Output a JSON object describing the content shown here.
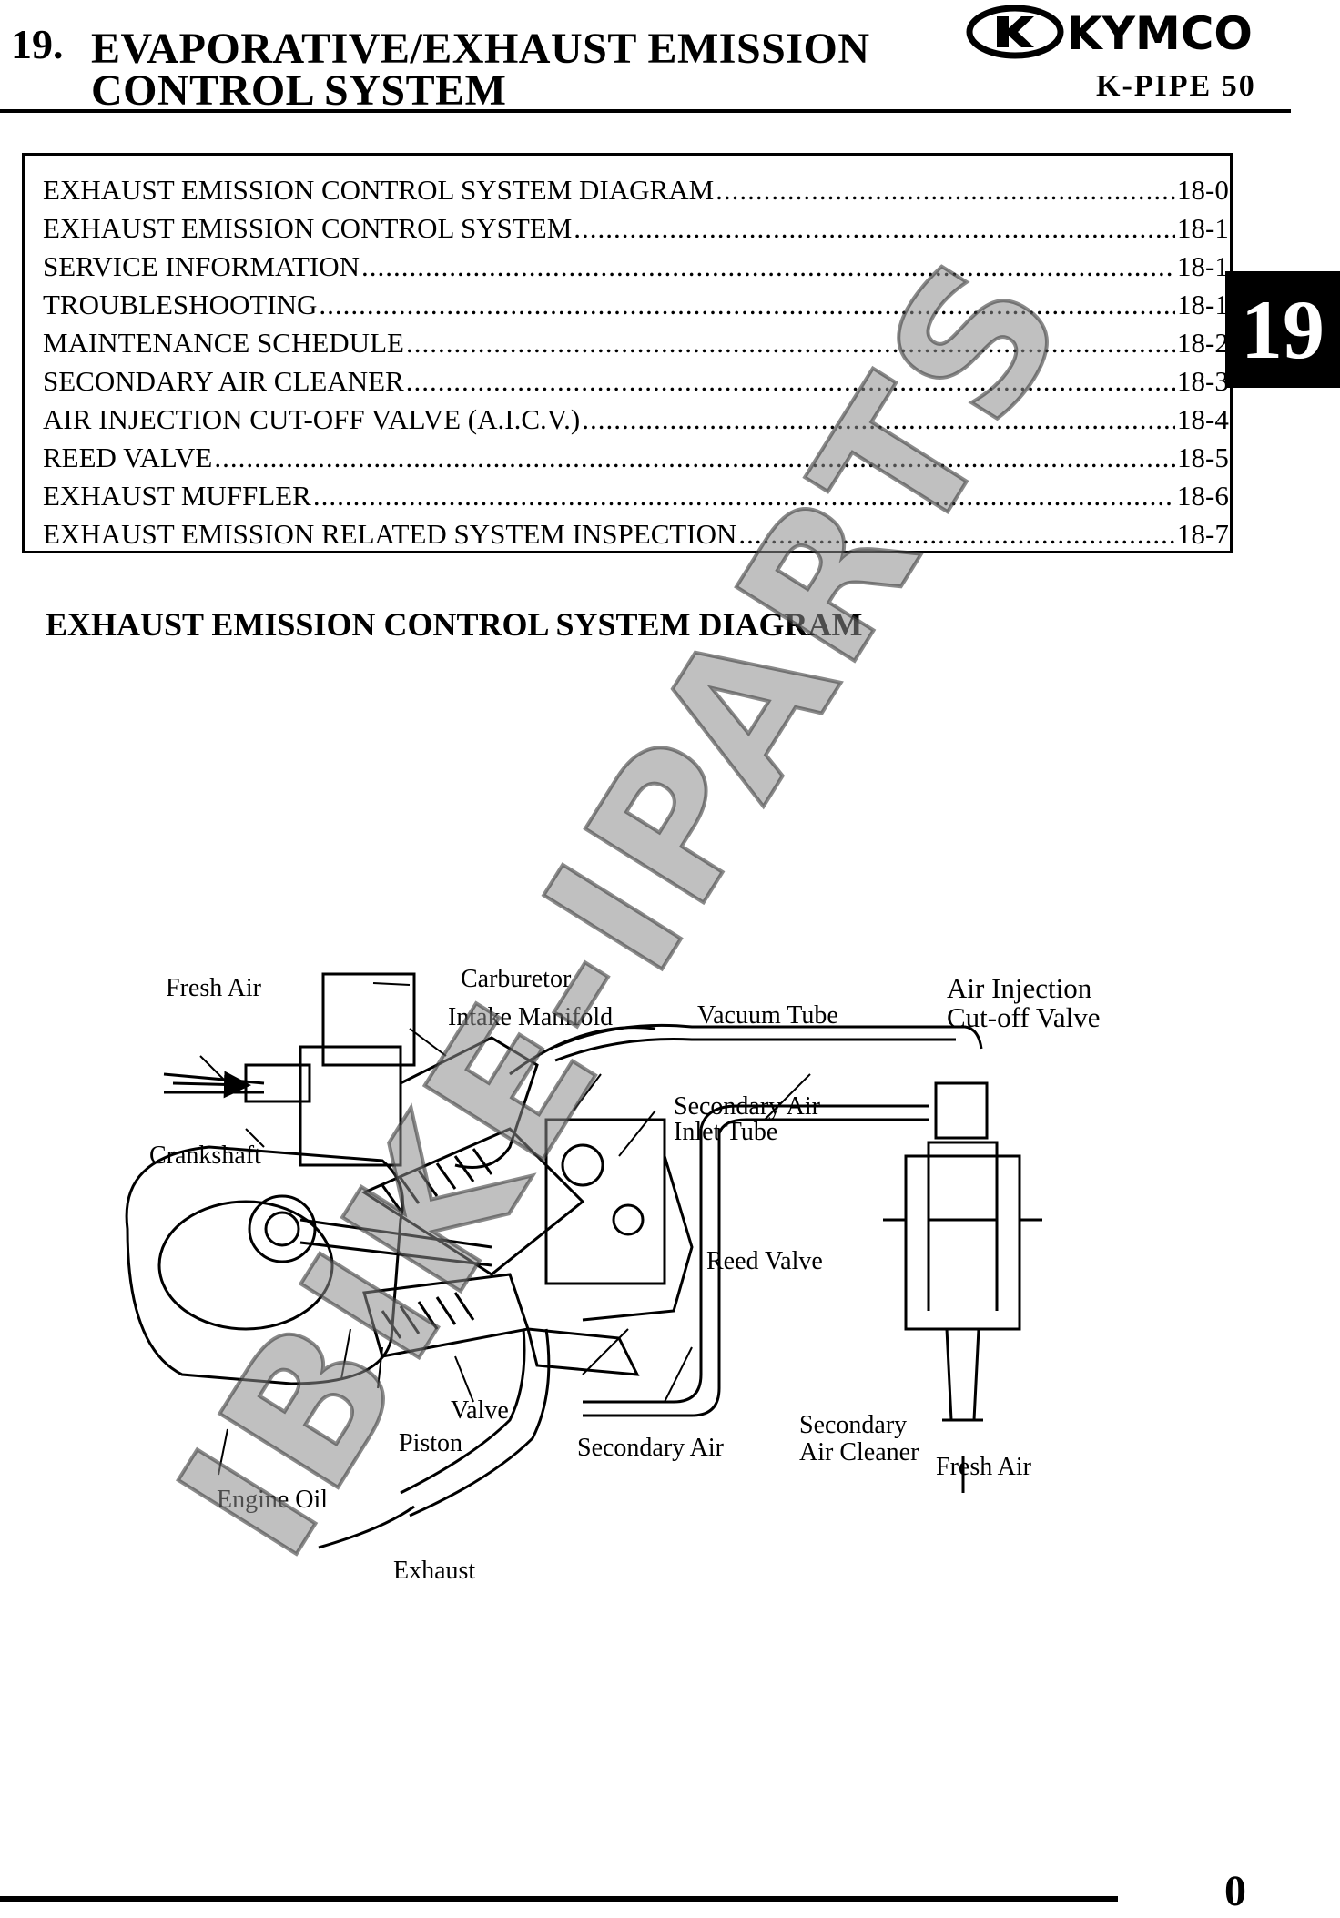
{
  "header": {
    "chapter_number": "19.",
    "title_line1": "EVAPORATIVE/EXHAUST EMISSION",
    "title_line2": "CONTROL SYSTEM",
    "brand": "KYMCO",
    "model": "K-PIPE 50"
  },
  "side_tab": "19",
  "toc": [
    {
      "title": "EXHAUST EMISSION CONTROL SYSTEM DIAGRAM",
      "page": "18-0"
    },
    {
      "title": "EXHAUST EMISSION CONTROL SYSTEM",
      "page": "18-1"
    },
    {
      "title": "SERVICE INFORMATION",
      "page": "18-1"
    },
    {
      "title": "TROUBLESHOOTING",
      "page": "18-1"
    },
    {
      "title": "MAINTENANCE SCHEDULE",
      "page": "18-2"
    },
    {
      "title": "SECONDARY AIR CLEANER",
      "page": "18-3"
    },
    {
      "title": "AIR INJECTION CUT-OFF VALVE (A.I.C.V.)",
      "page": "18-4"
    },
    {
      "title": "REED VALVE",
      "page": "18-5"
    },
    {
      "title": "EXHAUST MUFFLER",
      "page": "18-6"
    },
    {
      "title": "EXHAUST EMISSION RELATED SYSTEM INSPECTION",
      "page": "18-7"
    }
  ],
  "section_heading": "EXHAUST EMISSION CONTROL SYSTEM DIAGRAM",
  "diagram_labels": {
    "fresh_air_left": "Fresh Air",
    "carburetor": "Carburetor",
    "intake_manifold": "Intake Manifold",
    "vacuum_tube": "Vacuum Tube",
    "aicv_line1": "Air Injection",
    "aicv_line2": "Cut-off Valve",
    "crankshaft": "Crankshaft",
    "sec_air_inlet_line1": "Secondary Air",
    "sec_air_inlet_line2": "Inlet Tube",
    "reed_valve": "Reed Valve",
    "valve": "Valve",
    "piston": "Piston",
    "secondary_air": "Secondary Air",
    "sec_cleaner_line1": "Secondary",
    "sec_cleaner_line2": "Air Cleaner",
    "fresh_air_right": "Fresh Air",
    "engine_oil": "Engine Oil",
    "exhaust": "Exhaust"
  },
  "watermark": "IBIKE-IPARTS",
  "page_number": "0"
}
